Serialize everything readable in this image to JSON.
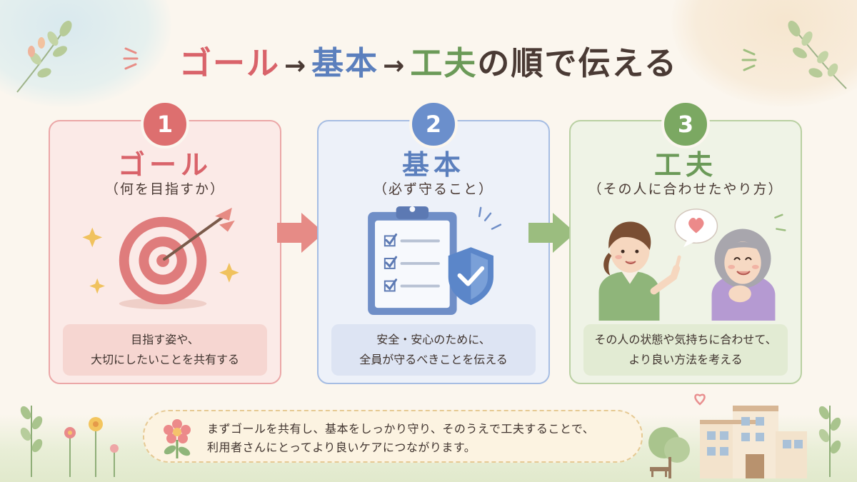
{
  "title": {
    "part1": "ゴール",
    "arrow1": "→",
    "part2": "基本",
    "arrow2": "→",
    "part3": "工夫",
    "part4": "の順で伝える"
  },
  "steps": [
    {
      "number": "1",
      "heading": "ゴール",
      "subheading": "（何を目指すか）",
      "description_line1": "目指す姿や、",
      "description_line2": "大切にしたいことを共有する",
      "icon": "target-icon",
      "color": "#d9636a"
    },
    {
      "number": "2",
      "heading": "基本",
      "subheading": "（必ず守ること）",
      "description_line1": "安全・安心のために、",
      "description_line2": "全員が守るべきことを伝える",
      "icon": "checklist-shield-icon",
      "color": "#5b7fbd"
    },
    {
      "number": "3",
      "heading": "工夫",
      "subheading": "（その人に合わせたやり方）",
      "description_line1": "その人の状態や気持ちに合わせて、",
      "description_line2": "より良い方法を考える",
      "icon": "caregiver-elder-icon",
      "color": "#6b9a58"
    }
  ],
  "summary": {
    "line1": "まずゴールを共有し、基本をしっかり守り、そのうえで工夫することで、",
    "line2": "利用者さんにとってより良いケアにつながります。",
    "icon": "flower-icon"
  },
  "colors": {
    "background": "#fbf6ee",
    "red": "#d9636a",
    "blue": "#5b7fbd",
    "green": "#6b9a58",
    "text": "#4a3a34"
  }
}
